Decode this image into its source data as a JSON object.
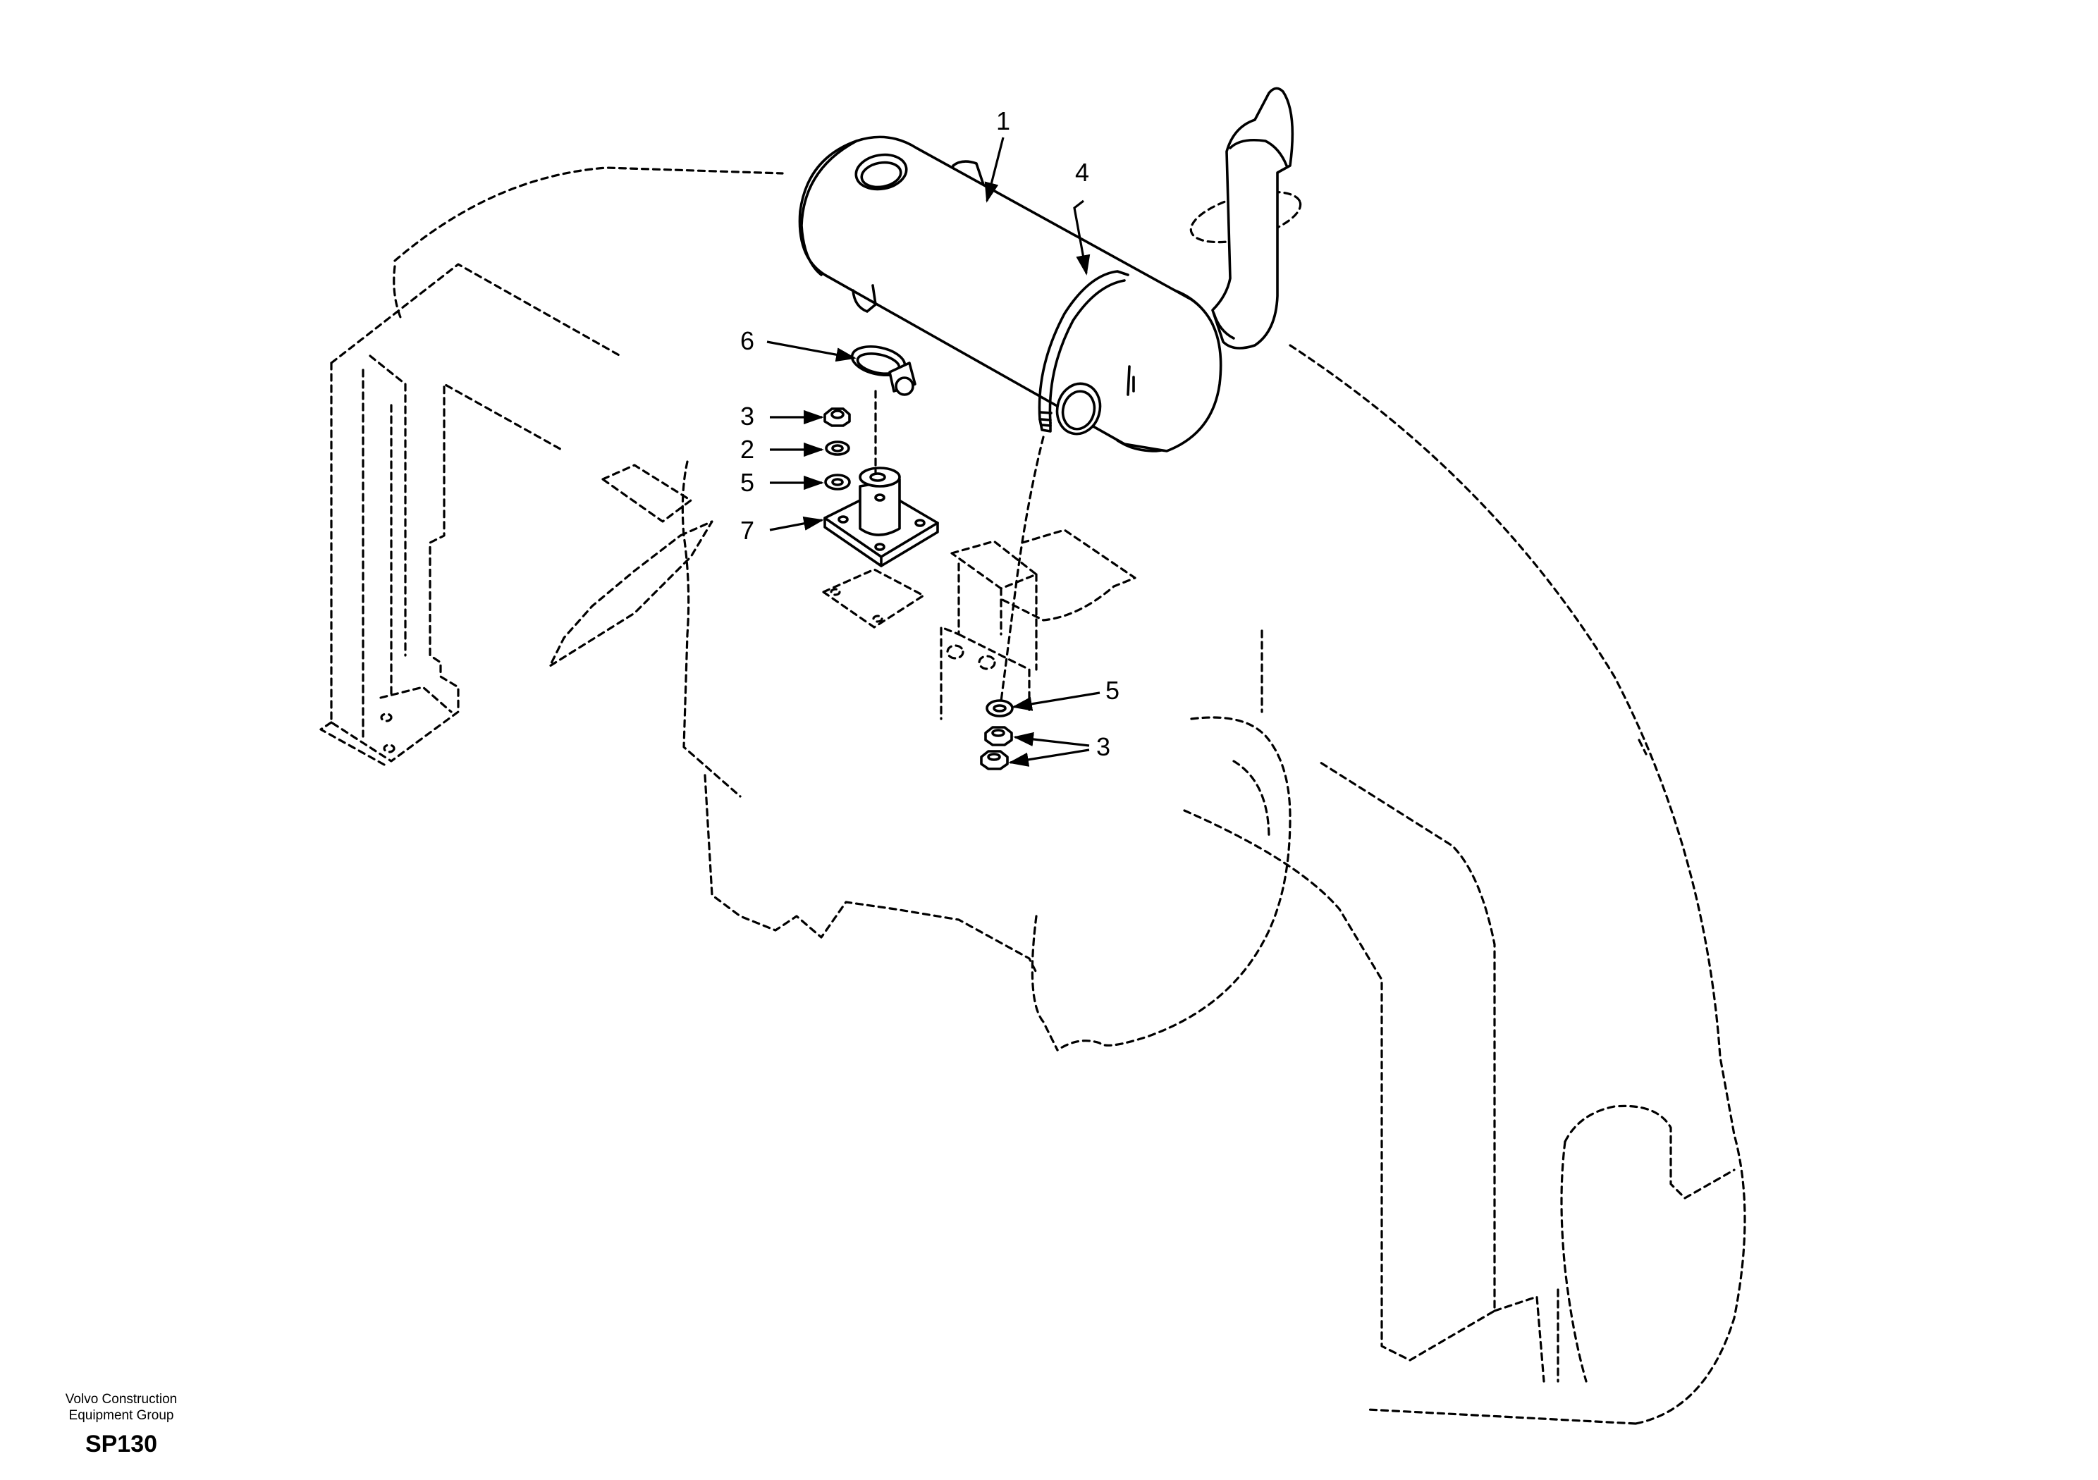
{
  "callouts": [
    {
      "id": "1",
      "label": "1"
    },
    {
      "id": "4",
      "label": "4"
    },
    {
      "id": "6",
      "label": "6"
    },
    {
      "id": "3a",
      "label": "3"
    },
    {
      "id": "2",
      "label": "2"
    },
    {
      "id": "5a",
      "label": "5"
    },
    {
      "id": "7",
      "label": "7"
    },
    {
      "id": "5b",
      "label": "5"
    },
    {
      "id": "3b",
      "label": "3"
    }
  ],
  "footer": {
    "org_line1": "Volvo Construction",
    "org_line2": "Equipment Group",
    "diagram_code": "SP130"
  }
}
